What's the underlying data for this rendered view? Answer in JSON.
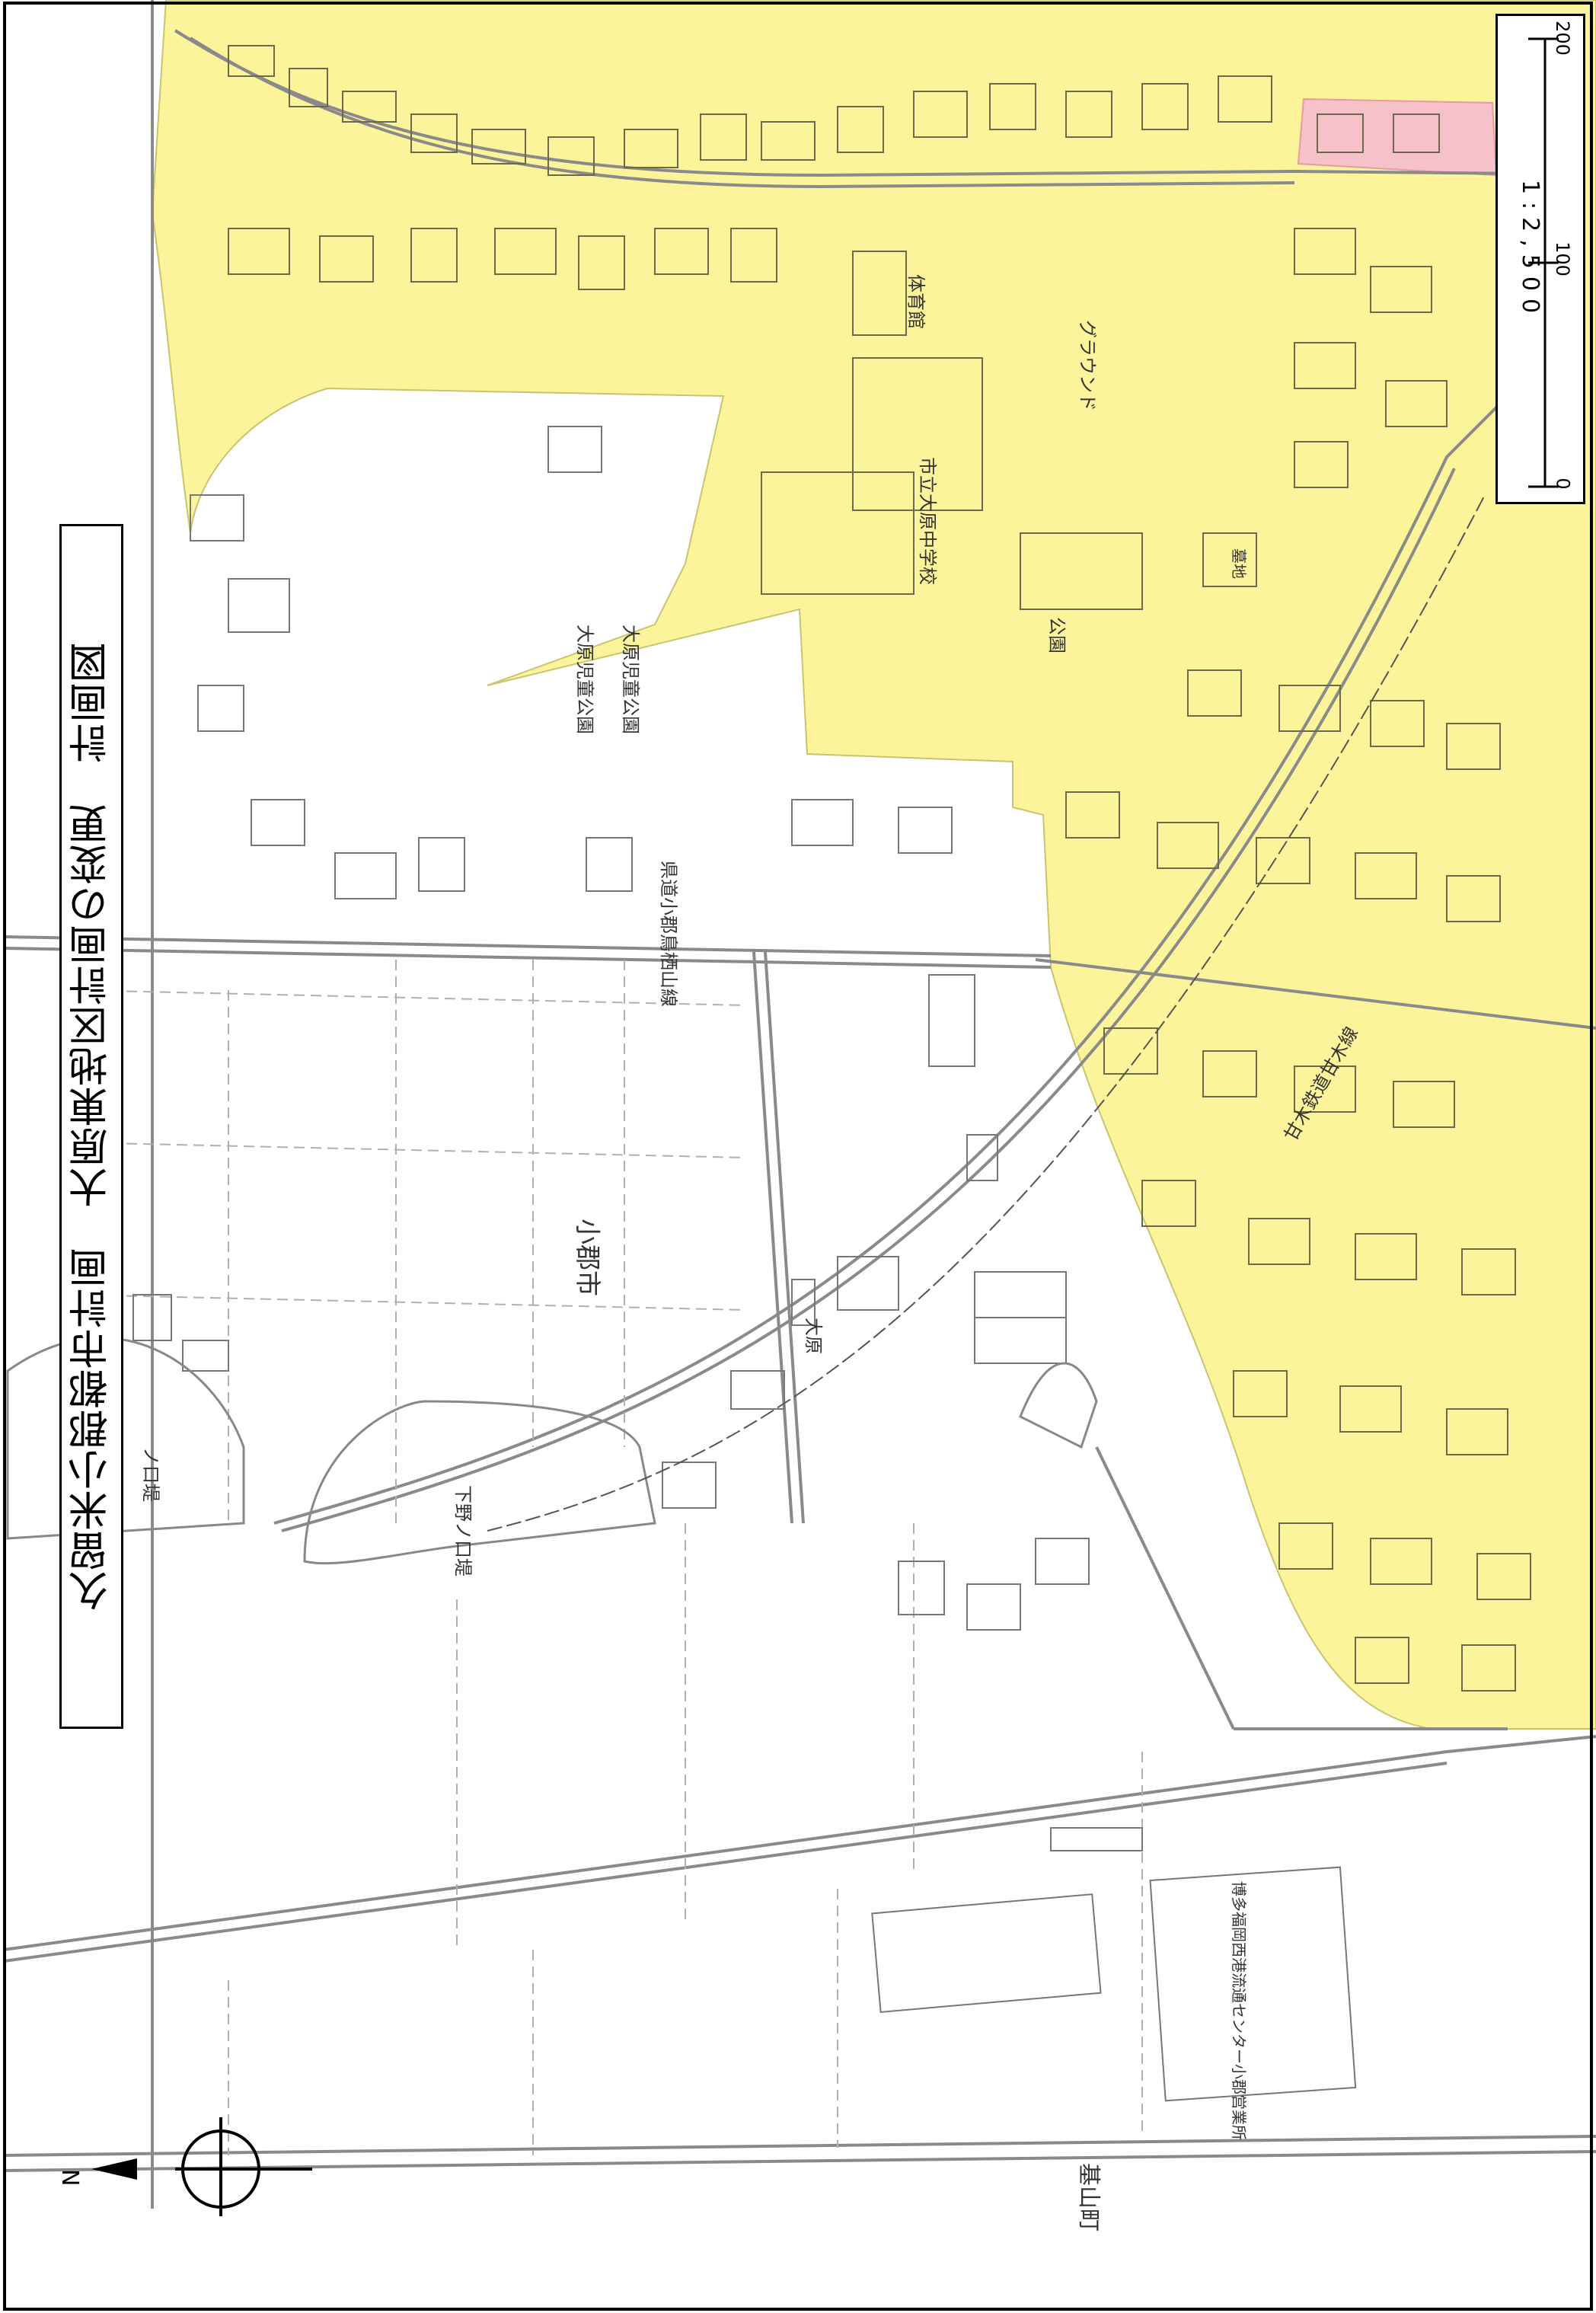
{
  "title": "久留米小郡都市計画　大原東地区計画の変更　計画図",
  "scale": {
    "ratio": "1:2,500",
    "ticks": [
      "0",
      "100",
      "200"
    ]
  },
  "north_arrow": {
    "label": "N"
  },
  "colors": {
    "district_area": "#fbf49a",
    "highlight_area": "#f6c1c8",
    "road_line": "#888888",
    "boundary": "#000000"
  },
  "map_labels": {
    "gym": "体育館",
    "school": "市立大原中学校",
    "ground": "グラウンド",
    "park1": "大原児童公園",
    "park2": "大原児童公園",
    "park3": "公園",
    "road1": "県道小郡鳥栖山線",
    "city": "小郡市",
    "area_ohara": "大原",
    "pond1": "下野ノ口堤",
    "pond2": "ノ口堤",
    "railway": "甘木鉄道甘木線",
    "center": "博多福岡西港流通センター小郡営業所",
    "town": "基山町",
    "cemetery": "墓地"
  }
}
